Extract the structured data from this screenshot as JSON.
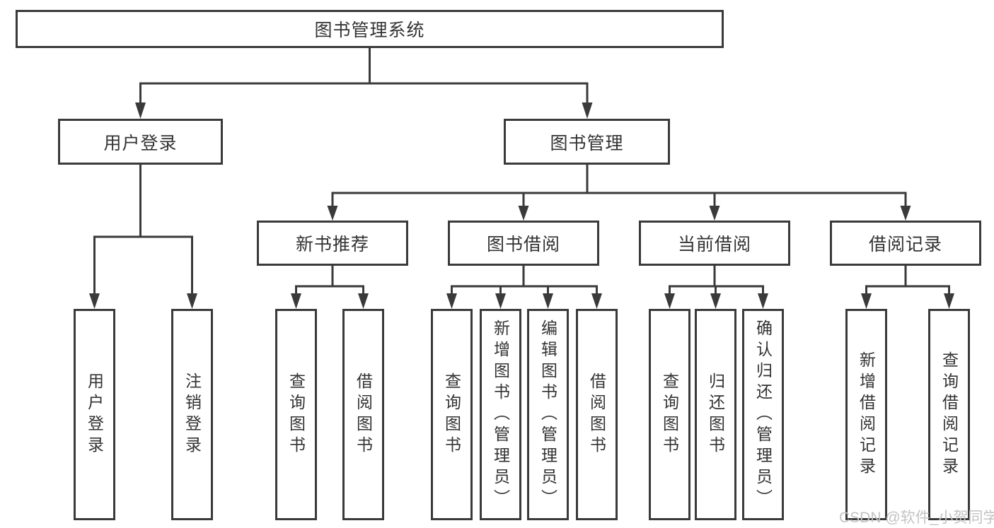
{
  "diagram": {
    "root": {
      "label": "图书管理系统"
    },
    "level2": [
      {
        "id": "user-login",
        "label": "用户登录"
      },
      {
        "id": "book-management",
        "label": "图书管理"
      }
    ],
    "level3": [
      {
        "id": "new-book-recommend",
        "label": "新书推荐",
        "parent": "图书管理"
      },
      {
        "id": "book-borrow",
        "label": "图书借阅",
        "parent": "图书管理"
      },
      {
        "id": "current-borrow",
        "label": "当前借阅",
        "parent": "图书管理"
      },
      {
        "id": "borrow-record",
        "label": "借阅记录",
        "parent": "图书管理"
      }
    ],
    "leaves": [
      {
        "label": "用户登录",
        "parent": "用户登录"
      },
      {
        "label": "注销登录",
        "parent": "用户登录"
      },
      {
        "label": "查询图书",
        "parent": "新书推荐"
      },
      {
        "label": "借阅图书",
        "parent": "新书推荐"
      },
      {
        "label": "查询图书",
        "parent": "图书借阅"
      },
      {
        "label": "新增图书（管理员）",
        "parent": "图书借阅"
      },
      {
        "label": "编辑图书（管理员）",
        "parent": "图书借阅"
      },
      {
        "label": "借阅图书",
        "parent": "图书借阅"
      },
      {
        "label": "查询图书",
        "parent": "当前借阅"
      },
      {
        "label": "归还图书",
        "parent": "当前借阅"
      },
      {
        "label": "确认归还（管理员）",
        "parent": "当前借阅"
      },
      {
        "label": "新增借阅记录",
        "parent": "借阅记录"
      },
      {
        "label": "查询借阅记录",
        "parent": "借阅记录"
      }
    ],
    "colors": {
      "line": "#3a3a3a",
      "text": "#333333",
      "node_fill": "#ffffff",
      "background": "#ffffff",
      "watermark": "#c3c3c3"
    }
  },
  "watermark": {
    "text": "CSDN @软件_小贺同学"
  }
}
